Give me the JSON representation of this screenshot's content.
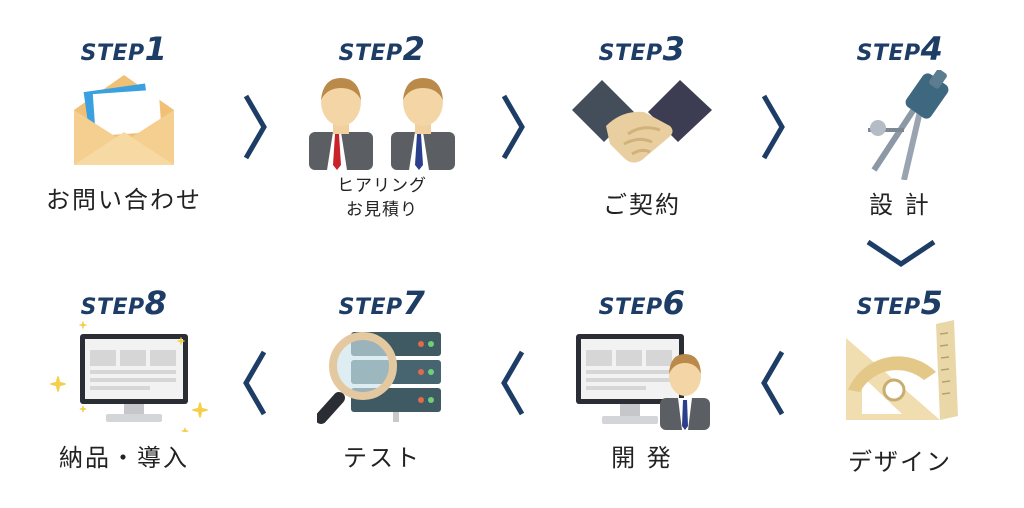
{
  "colors": {
    "accent": "#1d3c66",
    "text": "#222222"
  },
  "steps": [
    {
      "label": "STEP",
      "num": "1",
      "title": "お問い合わせ",
      "icon": "envelope-icon"
    },
    {
      "label": "STEP",
      "num": "2",
      "title_line1": "ヒアリング",
      "title_line2": "お見積り",
      "icon": "businessmen-icon"
    },
    {
      "label": "STEP",
      "num": "3",
      "title": "ご契約",
      "icon": "handshake-icon"
    },
    {
      "label": "STEP",
      "num": "4",
      "title": "設 計",
      "icon": "compass-icon"
    },
    {
      "label": "STEP",
      "num": "5",
      "title": "デザイン",
      "icon": "drafting-tools-icon"
    },
    {
      "label": "STEP",
      "num": "6",
      "title": "開 発",
      "icon": "developer-monitor-icon"
    },
    {
      "label": "STEP",
      "num": "7",
      "title": "テスト",
      "icon": "server-magnifier-icon"
    },
    {
      "label": "STEP",
      "num": "8",
      "title": "納品・導入",
      "icon": "sparkling-monitor-icon"
    }
  ]
}
